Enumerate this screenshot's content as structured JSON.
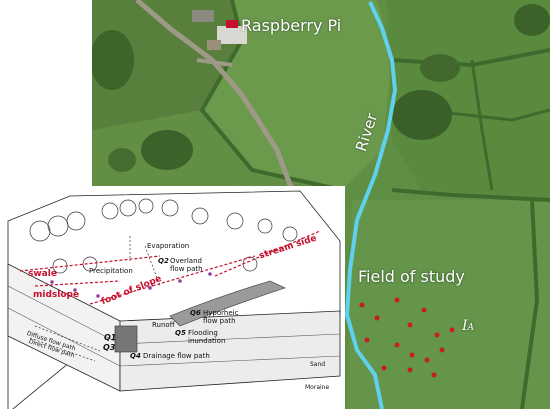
{
  "map": {
    "labels": {
      "raspberry": "Raspberry Pi",
      "river": "River",
      "field": "Field of study",
      "ia_main": "I",
      "ia_sub": "A"
    },
    "colors": {
      "field_green": "#5f8f45",
      "hedge_dark": "#3f6a2e",
      "river": "#5fd0ee",
      "sensor": "#c81e1e"
    }
  },
  "diagram": {
    "labels": {
      "evaporation": "Evaporation",
      "precipitation": "Precipitation",
      "q2": "Q2",
      "overland": "Overland\nflow path",
      "q6": "Q6",
      "hyporheic": "Hyporheic\nflow path",
      "runoff": "Runoff",
      "q5": "Q5",
      "flooding": "Flooding\ninundation",
      "q1": "Q1",
      "q3": "Q3",
      "q4": "Q4",
      "drainage": "Drainage flow path",
      "diffuse": "Diffuse flow path",
      "direct": "Direct flow path",
      "swale": "swale",
      "midslope": "midslope",
      "foot": "foot of slope",
      "stream": "stream side",
      "sand": "Sand",
      "moraine": "Moraine"
    }
  }
}
